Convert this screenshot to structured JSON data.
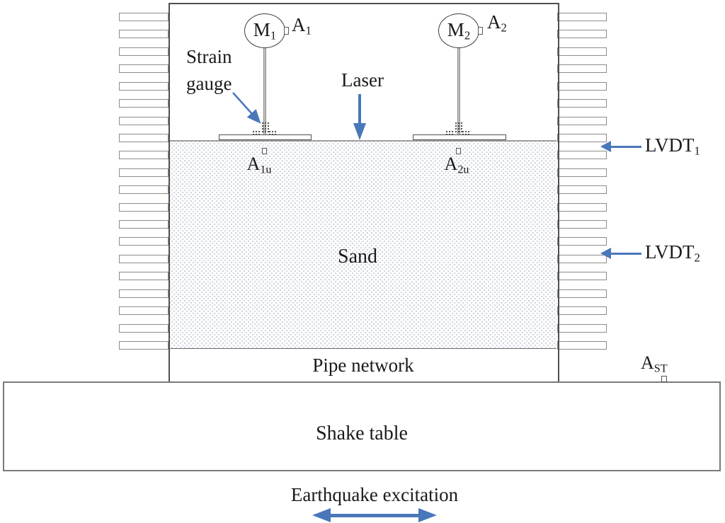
{
  "labels": {
    "strain_gauge": [
      "Strain",
      "gauge"
    ],
    "laser": "Laser",
    "sand": "Sand",
    "pipe_network": "Pipe network",
    "shake_table": "Shake table",
    "earthquake_excitation": "Earthquake excitation"
  },
  "sensors": {
    "m1": {
      "base": "M",
      "sub": "1"
    },
    "m2": {
      "base": "M",
      "sub": "2"
    },
    "a1": {
      "base": "A",
      "sub": "1"
    },
    "a2": {
      "base": "A",
      "sub": "2"
    },
    "a1u": {
      "base": "A",
      "sub": "1u"
    },
    "a2u": {
      "base": "A",
      "sub": "2u"
    },
    "ast": {
      "base": "A",
      "sub": "ST"
    },
    "lvdt1": {
      "base": "LVDT",
      "sub": "1"
    },
    "lvdt2": {
      "base": "LVDT",
      "sub": "2"
    }
  },
  "colors": {
    "arrow_blue": "#4a77ba",
    "line_dark": "#4f4f4f",
    "slat_gray": "#8c8c8c",
    "sand_dot": "#c2c9d6"
  },
  "apparatus": {
    "slats_per_side": 20
  }
}
